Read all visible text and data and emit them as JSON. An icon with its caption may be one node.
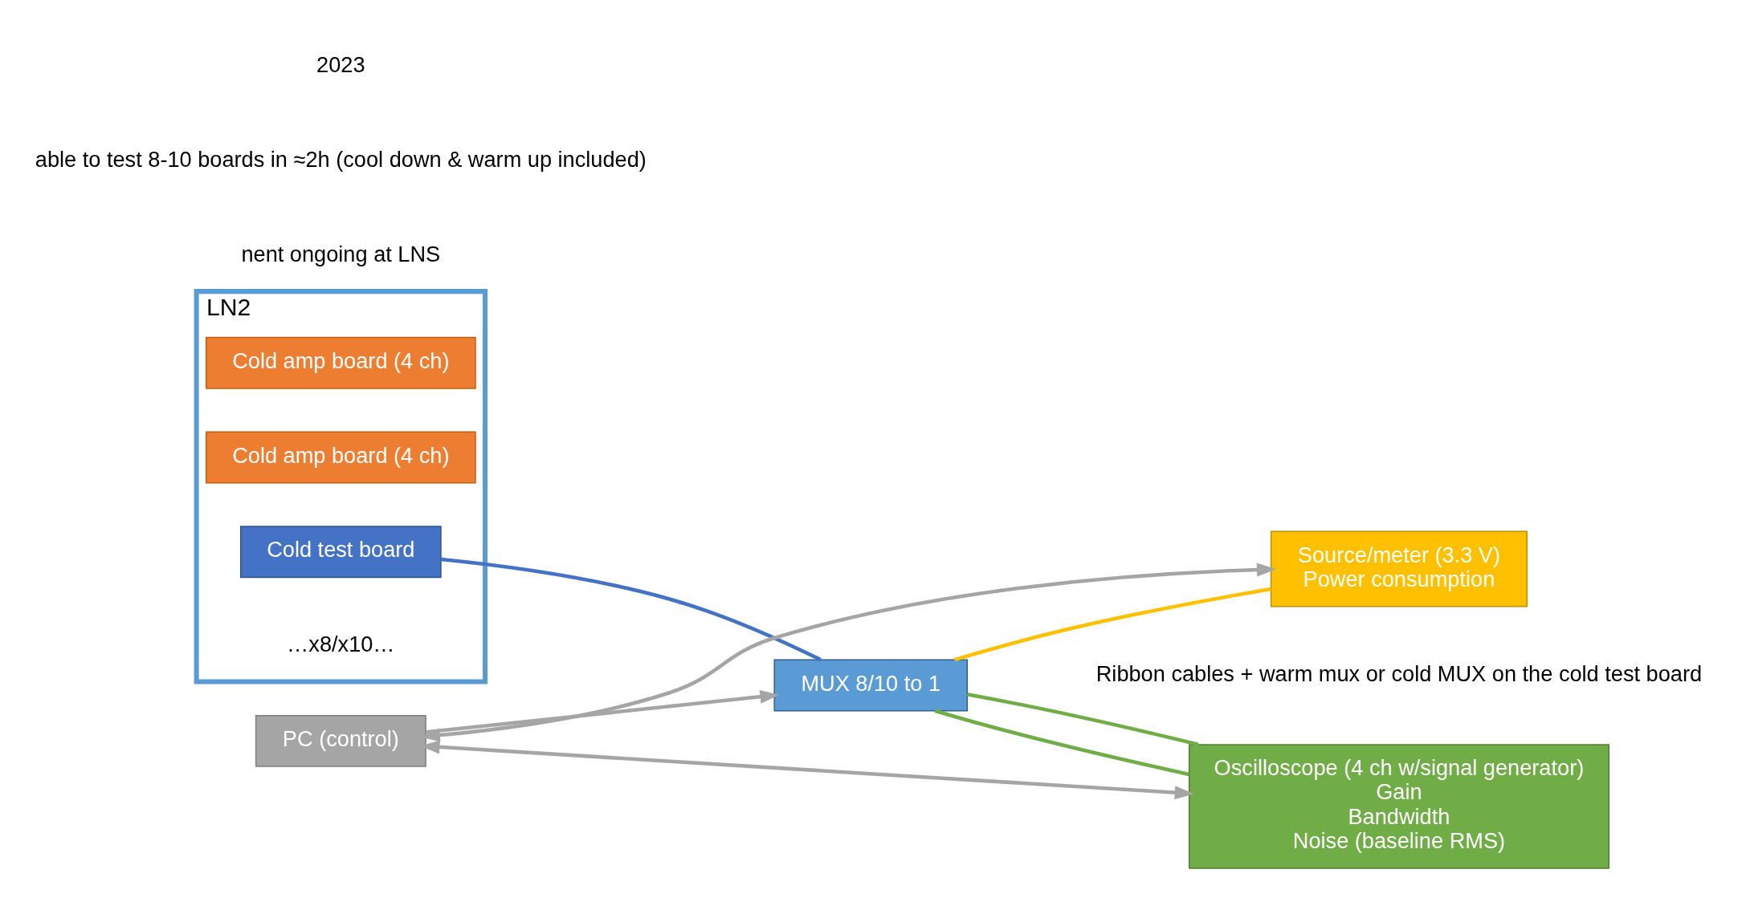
{
  "diagram": {
    "nodes": [
      {
        "text": [
          "LN2"
        ]
      },
      {
        "text": [
          "Cold amp board (4 ch)"
        ],
        "in": 0
      },
      {
        "text": [
          "Cold amp board (4 ch)"
        ],
        "in": 0
      },
      {
        "text": [
          "Cold test board"
        ],
        "in": 0
      },
      {
        "text": [
          "MUX 8/10 to 1"
        ]
      },
      {
        "text": [
          "PC (control)"
        ]
      },
      {
        "text": [
          "Source/meter (3.3 V)",
          "Power consumption"
        ]
      },
      {
        "text": [
          "Oscilloscope (4 ch w/signal generator)",
          "Gain",
          "Bandwidth",
          "Noise (baseline RMS)"
        ]
      }
    ],
    "edges": [
      {
        "from": 3,
        "to": 4,
        "arrow": "none",
        "color": "#4472c4"
      },
      {
        "from": 5,
        "to": 4,
        "arrow": "to"
      },
      {
        "from": 5,
        "to": 6,
        "arrow": "both"
      },
      {
        "from": 5,
        "to": 7,
        "arrow": "both"
      },
      {
        "from": 4,
        "to": 6,
        "arrow": "none",
        "color": "#ffc000"
      },
      {
        "from": 4,
        "to": 7,
        "arrow": "none",
        "color": "#70ad47"
      },
      {
        "from": 4,
        "to": 7,
        "arrow": "none",
        "color": "#70ad47"
      }
    ],
    "labels": [
      "able to test 8-10 boards in ≈2h (cool down & warm up included)",
      "nent ongoing at LNS",
      "…x8/x10…",
      "Ribbon cables + warm mux or cold MUX on the cold test board",
      "2023"
    ]
  }
}
